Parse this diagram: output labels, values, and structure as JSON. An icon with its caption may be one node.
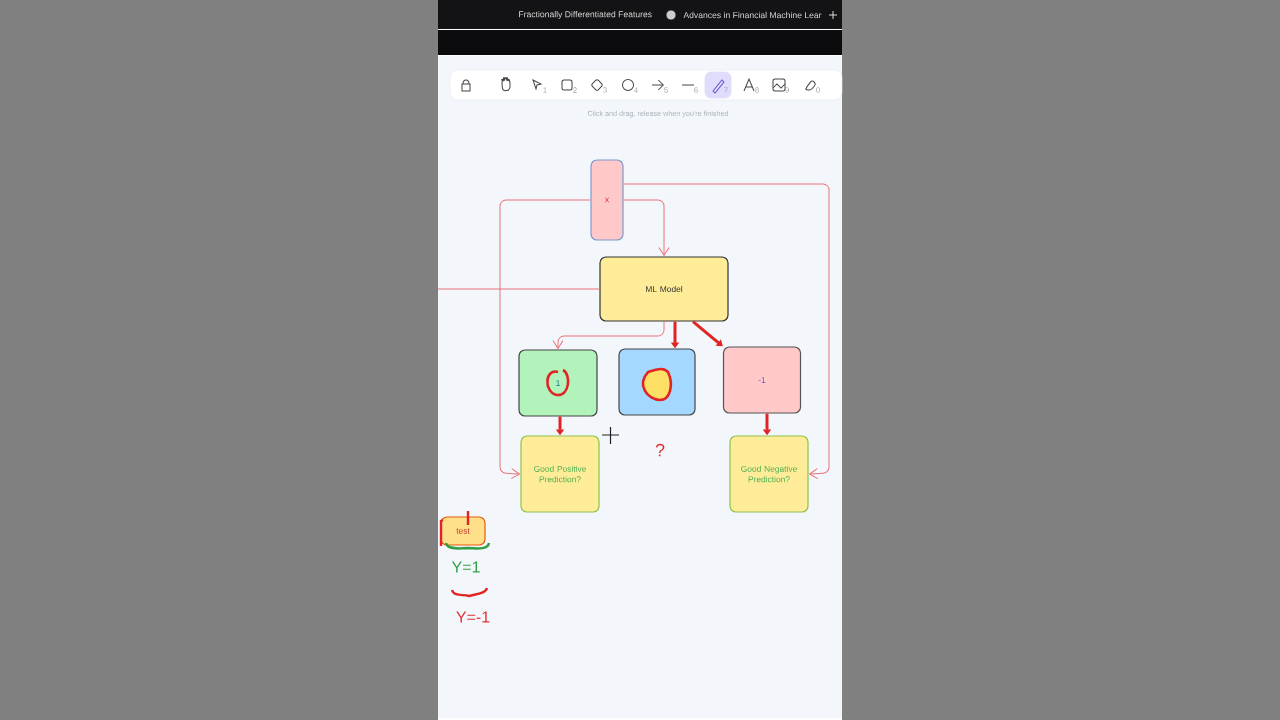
{
  "diagram": {
    "nodes": [
      {
        "text": [
          "x"
        ]
      },
      {
        "text": [
          "ML Model"
        ]
      },
      {
        "text": [
          "1"
        ]
      },
      {
        "text": [],
        "shape": "box"
      },
      {
        "text": [
          "-1"
        ]
      },
      {
        "text": [
          "Good Positive Prediction?"
        ]
      },
      {
        "text": [
          "Good Negative Prediction?"
        ]
      },
      {
        "text": [
          "test"
        ]
      }
    ],
    "edges": [
      {
        "from": 0,
        "to": 1,
        "arrow": "to"
      },
      {
        "from": 0,
        "to": 5,
        "arrow": "to"
      },
      {
        "from": 0,
        "to": 6,
        "arrow": "to"
      },
      {
        "from": 1,
        "to": 2,
        "arrow": "to"
      },
      {
        "from": 1,
        "to": 3,
        "arrow": "to",
        "style": "thick",
        "color": "#e02424"
      },
      {
        "from": 1,
        "to": 4,
        "arrow": "to",
        "style": "thick",
        "color": "#e02424"
      },
      {
        "from": 2,
        "to": 5,
        "arrow": "to",
        "style": "thick",
        "color": "#e02424"
      },
      {
        "from": 4,
        "to": 6,
        "arrow": "to",
        "style": "thick",
        "color": "#e02424"
      },
      {
        "from": 1,
        "to": null,
        "arrow": "none"
      }
    ],
    "labels": [
      "Fractionally Differentiated Features",
      "Advances in Financial Machine Lear",
      "1",
      "2",
      "3",
      "4",
      "5",
      "6",
      "7",
      "8",
      "9",
      "0",
      "Click and drag, release when you're finished",
      "?",
      "Y=1",
      "Y=-1"
    ]
  }
}
